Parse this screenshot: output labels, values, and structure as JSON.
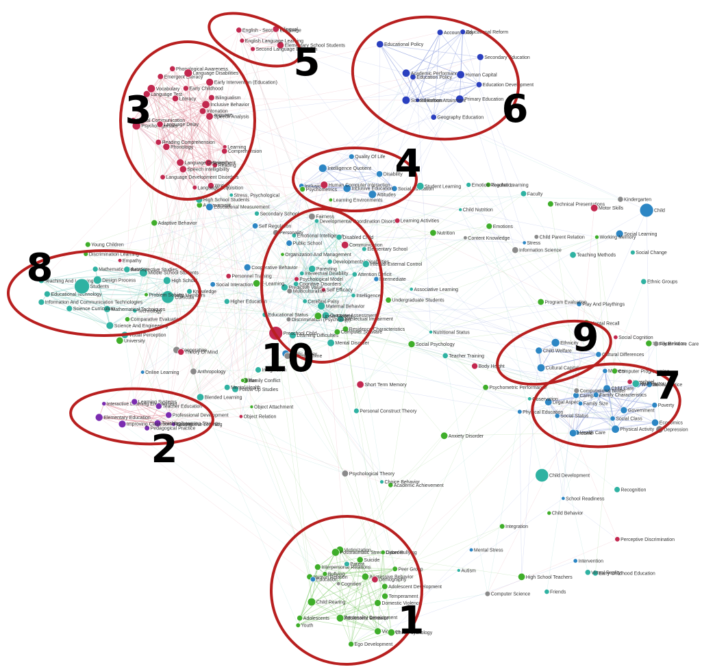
{
  "colors": {
    "ring": "#b81f1f",
    "green": "#3fae2a",
    "teal": "#2fb2a2",
    "blue": "#2a3fbf",
    "sky": "#2c86c4",
    "crimson": "#c2284f",
    "purple": "#7b2cb0",
    "grey": "#8a8a8a",
    "orange": "#c0782a",
    "edge_green": "#8ccf7a",
    "edge_teal": "#8fd3cc",
    "edge_pink": "#e59aa8",
    "edge_blue": "#93a4e0"
  },
  "clusters": [
    {
      "number": "1",
      "color": "green",
      "nodes": [
        "Domestic Violence",
        "Violence",
        "Child Psychology",
        "Ego Development",
        "Personality Development",
        "Adolescent Behavior",
        "Youth",
        "Adolescents",
        "Child Rearing",
        "Human Relation",
        "Bullying",
        "Interpersonal Relations",
        "Victimization",
        "Posttraumatic Stress Disorder",
        "Suicide",
        "Cyber Bullying",
        "Aggressive Behavior",
        "Peer Group",
        "Adolescent Development"
      ]
    },
    {
      "number": "2",
      "color": "purple",
      "nodes": [
        "Cooperative Learning",
        "Teaching/Learning Strategy",
        "Pedagogical Practice",
        "Improving Classroom Teaching",
        "Elementary Education",
        "Interactive Learning Environment",
        "Learning Systems",
        "Teacher Education",
        "Professional Development"
      ]
    },
    {
      "number": "3",
      "color": "crimson",
      "nodes": [
        "Learning",
        "Comprehension",
        "Reading",
        "Writing",
        "Speech",
        "Speech Intelligibility",
        "Language Acquisition",
        "Language Development",
        "Language Development Disorders",
        "Reading Comprehension",
        "Phonology",
        "Psycholinguistics",
        "Verbal Communication",
        "Language Delay",
        "Language Test",
        "Vocabulary",
        "Literacy",
        "Emergent Literacy",
        "Phonological Awareness",
        "Early Childhood",
        "Language Disabilities",
        "Early Intervention (Education)",
        "Bilingualism",
        "Inclusive Behavior",
        "Intonation",
        "Language",
        "Speech Analysis"
      ]
    },
    {
      "number": "4",
      "color": "sky",
      "nodes": [
        "Social Education",
        "Attitudes",
        "Inclusive Education",
        "Inclusion",
        "Intelligence Quotient",
        "Quality Of Life",
        "Disability"
      ]
    },
    {
      "number": "5",
      "color": "crimson",
      "nodes": [
        "Elementary School Students",
        "Second Language Education",
        "English Language Learning",
        "English - Second Language",
        "Bilingual"
      ]
    },
    {
      "number": "6",
      "color": "blue",
      "nodes": [
        "Education Development",
        "Primary Education",
        "Geography Education",
        "Education Attainment",
        "School Reform",
        "Education Policy",
        "Academic Performance",
        "Educational Policy",
        "Accountability",
        "Educational Reform",
        "Secondary Education",
        "Human Capital"
      ]
    },
    {
      "number": "7",
      "color": "sky",
      "nodes": [
        "Government",
        "Economics",
        "Physical Activity",
        "Social Class",
        "Health Care",
        "Income",
        "Social Status",
        "Legal Aspect",
        "Family Size",
        "Caregiver",
        "Family Characteristics",
        "Mothers",
        "Child Care",
        "Welfare",
        "Social Justice",
        "Poverty"
      ]
    },
    {
      "number": "8",
      "color": "teal",
      "nodes": [
        "Faculty Members",
        "Technology",
        "Science And Engineering",
        "Mathematical Techniques",
        "Science Curriculum",
        "Information And Communication Technologies",
        "Educational Technology",
        "Teaching And Learning",
        "Students",
        "Mathematics Education",
        "Design Process",
        "Middle School Students",
        "High School",
        "Curricula"
      ]
    },
    {
      "number": "9",
      "color": "sky",
      "nodes": [
        "Cultural Differences",
        "Cultural Capital",
        "Child Welfare",
        "Ethnicity"
      ]
    },
    {
      "number": "10",
      "color": "teal",
      "nodes": [
        "Intelligence",
        "Intellectual Impairment",
        "Mental Disorder",
        "Outcome Assessment",
        "Maternal Behavior",
        "Learning Difficulties",
        "Cerebral Palsy",
        "Predictive Value",
        "Cognitive Disorders",
        "Intellectual Disability",
        "Emotional Intelligence",
        "Developmental Coordination Disorder",
        "Disabled Child",
        "Developmental Disabilities",
        "Internal-External Control",
        "Attention Deficit"
      ]
    }
  ],
  "other_labels": [
    "Discrimination Learning",
    "Associative Learning",
    "Kindergarten",
    "School Readiness",
    "Preschool",
    "Academic Achievement",
    "Knowledge",
    "Achievement",
    "Friends",
    "Discrimination (Psychology)",
    "Play And Playthings",
    "Perceptive Discrimination",
    "Mental Recall",
    "Recognition",
    "Problem Solving",
    "Choice Behavior",
    "Psychological Theory",
    "Social Learning",
    "Self Efficacy",
    "Program Evaluation",
    "Follow-Up Studies",
    "Technical Presentations",
    "Student Learning",
    "Computational Model",
    "Educational Measurement",
    "Personnel Training",
    "Undergraduate Students",
    "High School Students",
    "Teacher Learning",
    "Secondary School",
    "Computer Science",
    "Education",
    "Short Term Memory",
    "Emotions",
    "Emotion Regulation",
    "Working Memory",
    "Imagination",
    "Cognition",
    "Self Regulation",
    "Social Cognition",
    "Temperament",
    "Child Development",
    "Child Behavior",
    "Parenting",
    "Child Parent Relation",
    "Social Interaction",
    "Communication",
    "Adaptive Behavior",
    "Autism",
    "Anxiety Disorder",
    "Parent",
    "Depression",
    "Child",
    "Preschool Child",
    "Family Relation",
    "Retrospective Studies",
    "Integration",
    "Early Childhood Education",
    "Foster Home Care",
    "Public Policy",
    "Demography",
    "Residence Characteristics",
    "Educational Status",
    "Linear Models",
    "Observation",
    "Reaction Time",
    "Intermediate",
    "Motor Skills",
    "Computer Programming",
    "Blended Learning",
    "Learning Environments",
    "Teaching Methods",
    "Information Science",
    "Public School",
    "Human Computer Interaction",
    "E-Learning",
    "Virtual Reality",
    "High School Teachers",
    "Higher Education",
    "Content Knowledge",
    "Online Learning",
    "Learning Activities",
    "Young Children",
    "Teacher Training",
    "Computer Software",
    "Elementary School",
    "Personality",
    "Mental Stress",
    "Object Relation",
    "Object Attachment",
    "Faculty",
    "University",
    "Nutritional Status",
    "Anthropology",
    "Cooperative Behavior",
    "Body Height",
    "Family Conflict",
    "Child Nutrition",
    "Nutrition",
    "Stress, Psychological",
    "Cooperation",
    "Stress",
    "Empathy",
    "Organization And Management",
    "Personal Construct Theory",
    "Social Psychology",
    "Ethnic Groups",
    "Multiculturalism",
    "Physical Education",
    "Psychological Model",
    "Comparative Evaluation",
    "Visual Perception",
    "Psychometrics",
    "Risk Factor",
    "Fairness",
    "Intervention",
    "Theory Of Mind",
    "Psychometric Performance",
    "Social Change",
    "Elder",
    "Mental Health"
  ]
}
